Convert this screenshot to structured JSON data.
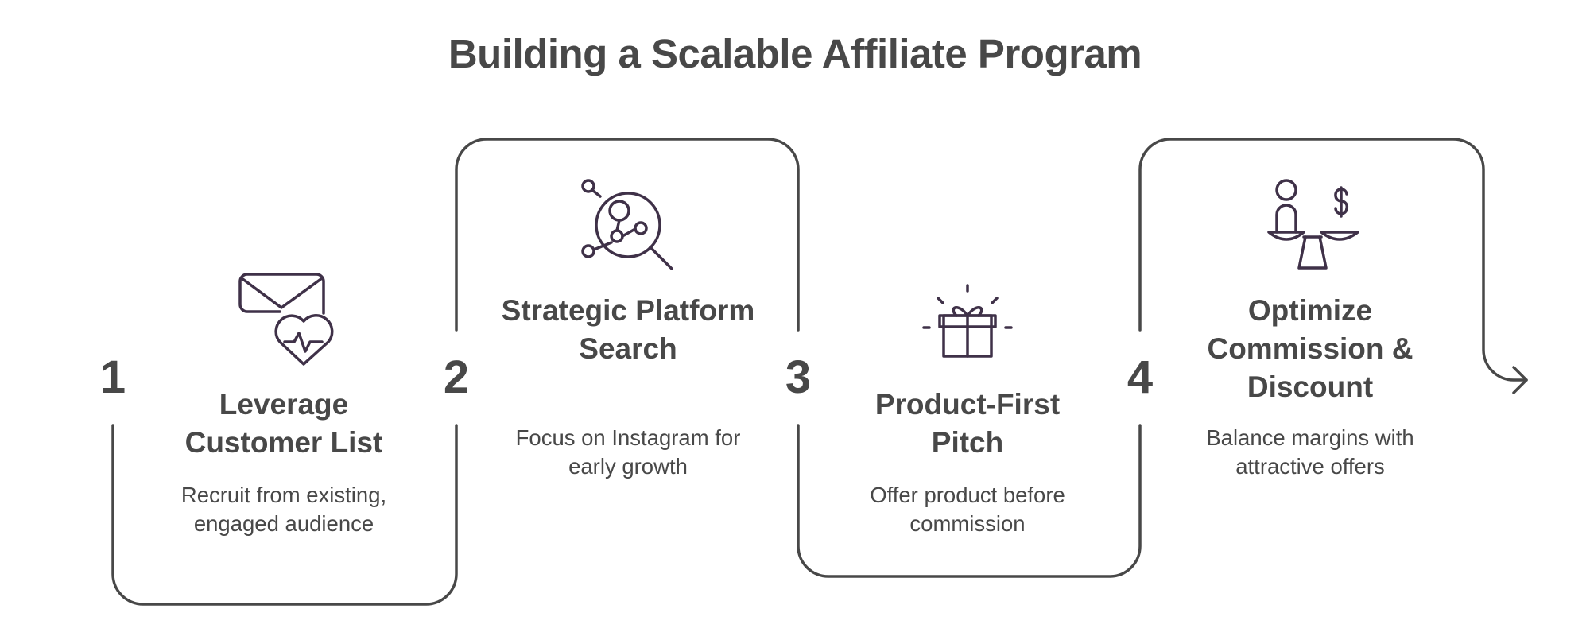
{
  "title": "Building a Scalable Affiliate Program",
  "steps": [
    {
      "number": "1",
      "title": "Leverage Customer List",
      "description": "Recruit from existing, engaged audience",
      "icon": "envelope-heart-icon"
    },
    {
      "number": "2",
      "title": "Strategic Platform Search",
      "description": "Focus on Instagram for early growth",
      "icon": "magnifier-network-icon"
    },
    {
      "number": "3",
      "title": "Product-First Pitch",
      "description": "Offer product before commission",
      "icon": "gift-icon"
    },
    {
      "number": "4",
      "title": "Optimize Commission & Discount",
      "description": "Balance margins with attractive offers",
      "icon": "scale-person-dollar-icon"
    }
  ],
  "colors": {
    "text": "#484848",
    "icon": "#3f3148",
    "background": "#ffffff"
  }
}
